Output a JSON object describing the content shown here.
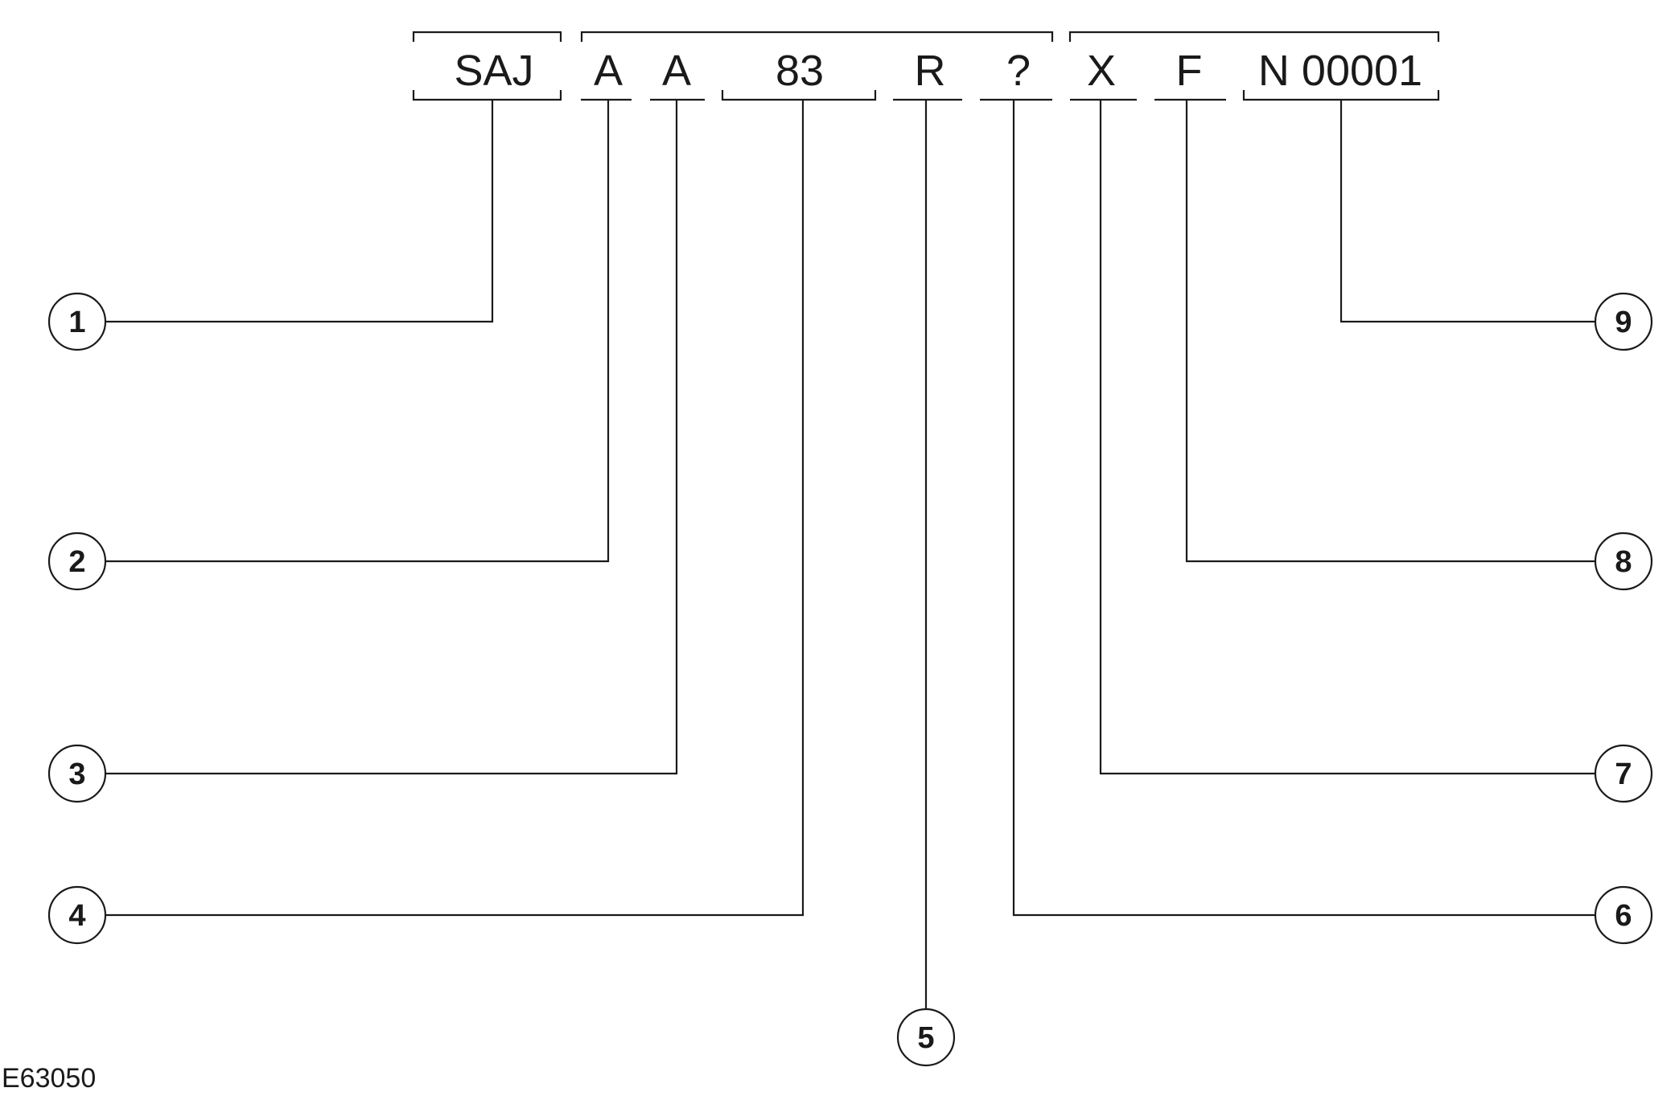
{
  "vin": {
    "segments": [
      {
        "id": "s1",
        "text": "SAJ"
      },
      {
        "id": "s2",
        "text": "A"
      },
      {
        "id": "s3",
        "text": "A"
      },
      {
        "id": "s4",
        "text": "83"
      },
      {
        "id": "s5",
        "text": "R"
      },
      {
        "id": "s6",
        "text": "?"
      },
      {
        "id": "s7",
        "text": "X"
      },
      {
        "id": "s8",
        "text": "F"
      },
      {
        "id": "s9",
        "text": "N 00001"
      }
    ]
  },
  "callouts": [
    {
      "number": "1",
      "segment": "s1"
    },
    {
      "number": "2",
      "segment": "s2"
    },
    {
      "number": "3",
      "segment": "s3"
    },
    {
      "number": "4",
      "segment": "s4"
    },
    {
      "number": "5",
      "segment": "s5"
    },
    {
      "number": "6",
      "segment": "s6"
    },
    {
      "number": "7",
      "segment": "s7"
    },
    {
      "number": "8",
      "segment": "s8"
    },
    {
      "number": "9",
      "segment": "s9"
    }
  ],
  "figure_id": "E63050"
}
